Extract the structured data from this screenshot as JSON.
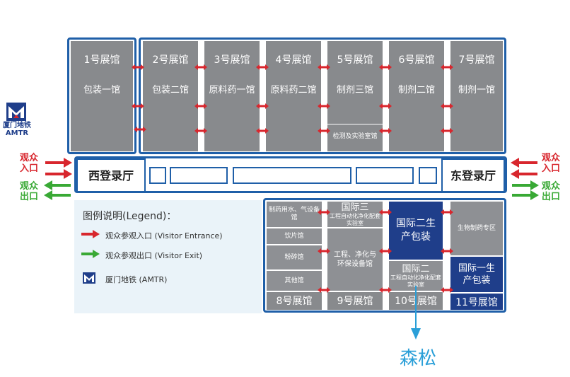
{
  "halls_top": [
    {
      "num": "1号展馆",
      "name": "包装一馆"
    },
    {
      "num": "2号展馆",
      "name": "包装二馆"
    },
    {
      "num": "3号展馆",
      "name": "原料药一馆"
    },
    {
      "num": "4号展馆",
      "name": "原料药二馆"
    },
    {
      "num": "5号展馆",
      "name": "制剂三馆"
    },
    {
      "num": "6号展馆",
      "name": "制剂二馆"
    },
    {
      "num": "7号展馆",
      "name": "制剂一馆"
    }
  ],
  "lab_label": "检测及实验室馆",
  "lobby_west": "西登录厅",
  "lobby_east": "东登录厅",
  "entrance_label": "观众入口",
  "exit_label": "观众出口",
  "metro": {
    "line1": "厦门地铁",
    "line2": "AMTR"
  },
  "legend": {
    "title": "图例说明(Legend)：",
    "entrance": "观众参观入口 (Visitor Entrance)",
    "exit": "观众参观出口 (Visitor Exit)",
    "metro": "厦门地铁 (AMTR)"
  },
  "hall8": {
    "cells": [
      "制药用水、气设备馆",
      "饮片馆",
      "粉碎馆",
      "其他馆"
    ],
    "num": "8号展馆"
  },
  "hall9": {
    "top_title": "国际三",
    "top_sub": "工程自动化净化配套实验室",
    "mid": "工程、净化与环保设备馆",
    "num": "9号展馆"
  },
  "hall10": {
    "top": "国际二生产包装",
    "mid_title": "国际二",
    "mid_sub": "工程自动化净化配套实验室",
    "num": "10号展馆"
  },
  "hall11": {
    "top": "生物制药专区",
    "mid": "国际一生产包装",
    "num": "11号展馆"
  },
  "callout": "森松",
  "colors": {
    "frame": "#1f5fa8",
    "hall": "#888a8d",
    "blue": "#1f3e8a",
    "red": "#d8262d",
    "green": "#39a935",
    "callout": "#2a9fd8"
  }
}
